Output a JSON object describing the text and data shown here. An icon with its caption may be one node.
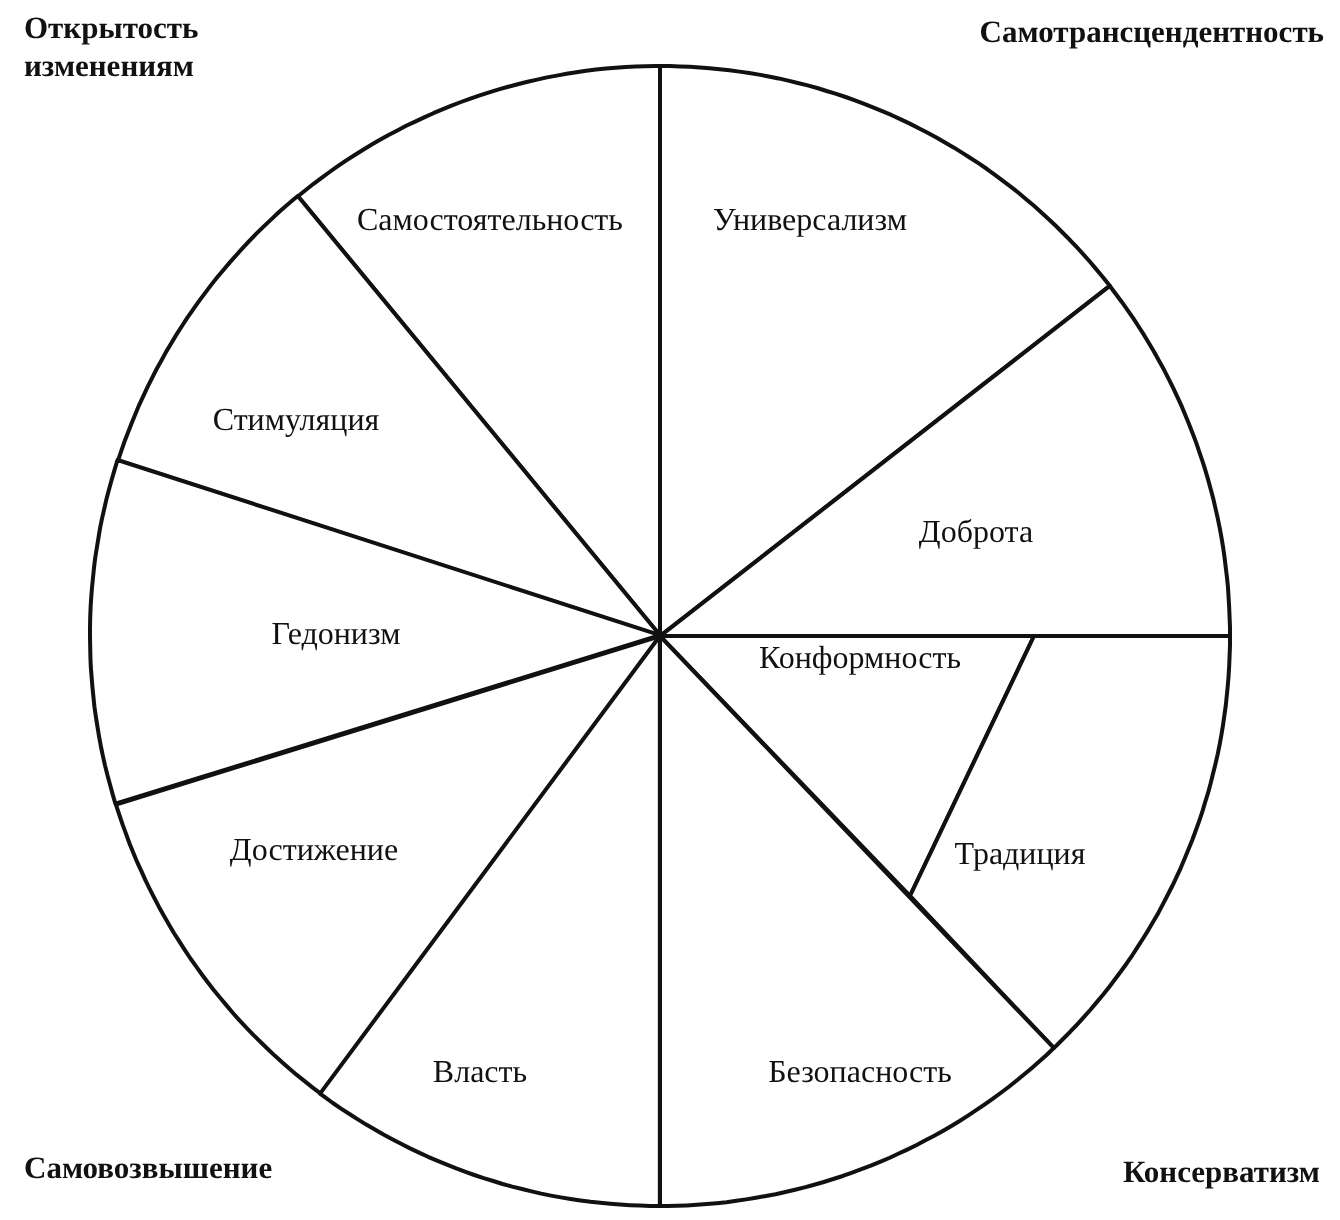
{
  "diagram": {
    "nodes": [
      {
        "text": [
          "Самостоятельность"
        ]
      },
      {
        "text": [
          "Универсализм"
        ]
      },
      {
        "text": [
          "Стимуляция"
        ]
      },
      {
        "text": [
          "Доброта"
        ]
      },
      {
        "text": [
          "Гедонизм"
        ]
      },
      {
        "text": [
          "Конформность"
        ]
      },
      {
        "text": [
          "Традиция"
        ]
      },
      {
        "text": [
          "Достижение"
        ]
      },
      {
        "text": [
          "Власть"
        ]
      },
      {
        "text": [
          "Безопасность"
        ]
      }
    ],
    "labels": [
      "Открытость изменениям",
      "Самотрансцендентность",
      "Самовозвышение",
      "Консерватизм"
    ]
  }
}
